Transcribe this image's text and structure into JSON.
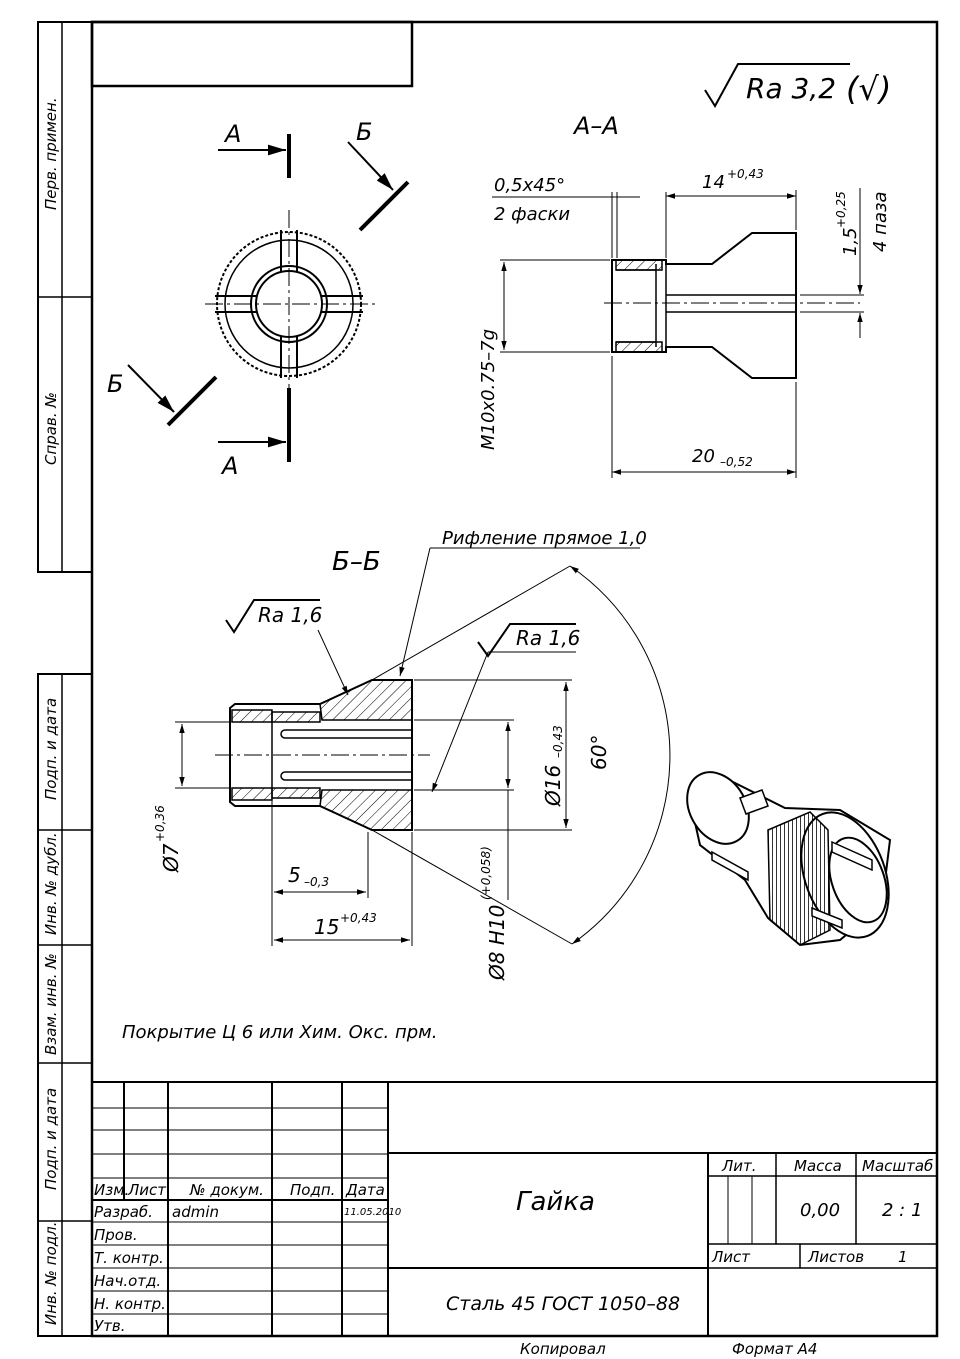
{
  "margins": {
    "perv_primen": "Перв. примен.",
    "sprav_no": "Справ. №",
    "podp_data_1": "Подп. и дата",
    "inv_dubl": "Инв. № дубл.",
    "vzam_inv": "Взам. инв. №",
    "podp_data_2": "Подп. и дата",
    "inv_podl": "Инв. № подл."
  },
  "roughness": {
    "general": "Ra 3,2",
    "general_suffix": "(√)",
    "ra16_a": "Ra 1,6",
    "ra16_b": "Ra 1,6"
  },
  "sections": {
    "a": "А",
    "b": "Б",
    "aa_title": "А–А",
    "bb_title": "Б–Б"
  },
  "dims": {
    "chamfer_1": "0,5х45°",
    "chamfer_2": "2 фаски",
    "d14": "14",
    "d14_tol": "+0,43",
    "d15": "1,5",
    "d15_tol": "+0,25",
    "slots": "4 паза",
    "thread": "M10х0.75–7g",
    "d20": "20",
    "d20_tol": "–0,52",
    "knurl": "Рифление прямое 1,0",
    "dia16": "Ø16",
    "dia16_tol": "–0,43",
    "angle60": "60°",
    "dia7": "Ø7",
    "dia7_tol": "+0,36",
    "d5": "5",
    "d5_tol": "–0,3",
    "d15b": "15",
    "d15b_tol": "+0,43",
    "dia8": "Ø8 H10",
    "dia8_tol": "(+0,058)"
  },
  "note": "Покрытие Ц 6 или Хим. Окс. прм.",
  "title_block": {
    "hdr_izm": "Изм.",
    "hdr_list": "Лист",
    "hdr_doc": "№ докум.",
    "hdr_podp": "Подп.",
    "hdr_date": "Дата",
    "razrab": "Разраб.",
    "razrab_name": "admin",
    "razrab_date": "11.05.2010",
    "prov": "Пров.",
    "tkontr": "Т. контр.",
    "nachotd": "Нач.отд.",
    "nkontr": "Н. контр.",
    "utv": "Утв.",
    "name": "Гайка",
    "material": "Сталь 45 ГОСТ 1050–88",
    "lit": "Лит.",
    "massa": "Масса",
    "masshtab": "Масштаб",
    "massa_val": "0,00",
    "masshtab_val": "2 : 1",
    "list": "Лист",
    "listov": "Листов",
    "listov_val": "1"
  },
  "footer": {
    "kopiroval": "Копировал",
    "format": "Формат А4"
  }
}
